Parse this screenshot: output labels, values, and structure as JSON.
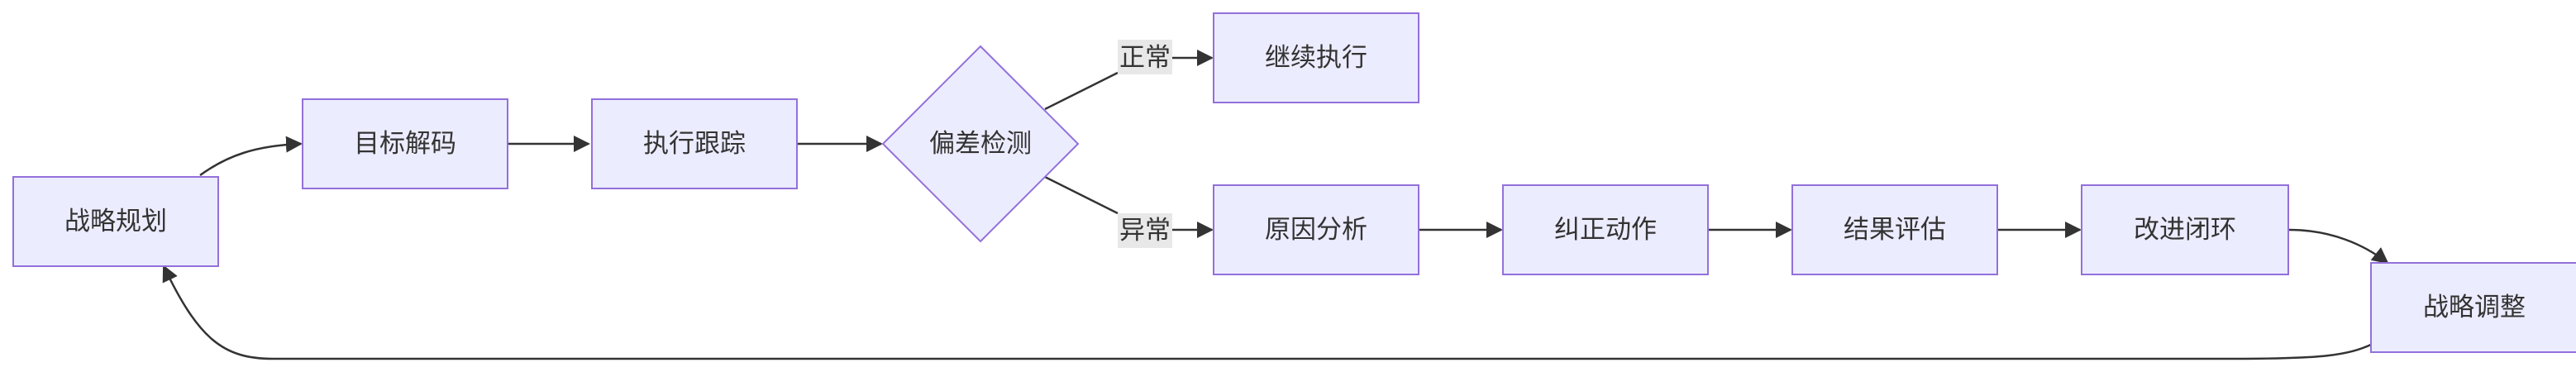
{
  "colors": {
    "node_fill": "#ECECFF",
    "node_stroke": "#9370DB",
    "edge": "#333333",
    "text": "#333333",
    "label_bg": "#E8E8E8"
  },
  "nodes": {
    "strategy_planning": "战略规划",
    "goal_decoding": "目标解码",
    "execution_tracking": "执行跟踪",
    "deviation_detection": "偏差检测",
    "continue_execution": "继续执行",
    "cause_analysis": "原因分析",
    "corrective_action": "纠正动作",
    "result_evaluation": "结果评估",
    "improvement_loop": "改进闭环",
    "strategy_adjustment": "战略调整"
  },
  "edge_labels": {
    "normal": "正常",
    "abnormal": "异常"
  }
}
